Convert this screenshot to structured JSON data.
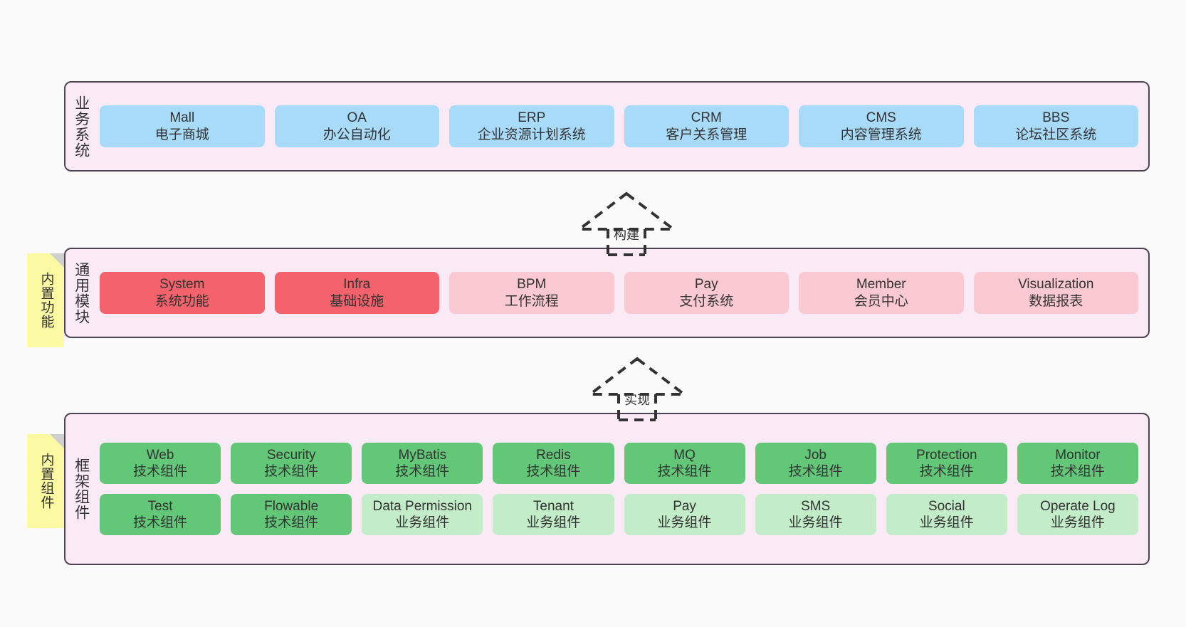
{
  "diagram": {
    "background": "#fafafa",
    "layer_fill": "#faeaf5",
    "layer_border": "#4d4352",
    "colors": {
      "blue": "#a8daf9",
      "red": "#f4626b",
      "pink": "#fbc9d2",
      "green": "#62c878",
      "light_green": "#c3ecc9",
      "sticky": "#fbf9a2",
      "sticky_fold": "#cfcfcf"
    }
  },
  "layers": [
    {
      "title": "业务系统",
      "rows": [
        {
          "cards": [
            {
              "name": "Mall",
              "sub": "电子商城",
              "color": "blue"
            },
            {
              "name": "OA",
              "sub": "办公自动化",
              "color": "blue"
            },
            {
              "name": "ERP",
              "sub": "企业资源计划系统",
              "color": "blue"
            },
            {
              "name": "CRM",
              "sub": "客户关系管理",
              "color": "blue"
            },
            {
              "name": "CMS",
              "sub": "内容管理系统",
              "color": "blue"
            },
            {
              "name": "BBS",
              "sub": "论坛社区系统",
              "color": "blue"
            }
          ]
        }
      ]
    },
    {
      "title": "通用模块",
      "sticky": "内置功能",
      "rows": [
        {
          "cards": [
            {
              "name": "System",
              "sub": "系统功能",
              "color": "red"
            },
            {
              "name": "Infra",
              "sub": "基础设施",
              "color": "red"
            },
            {
              "name": "BPM",
              "sub": "工作流程",
              "color": "pink"
            },
            {
              "name": "Pay",
              "sub": "支付系统",
              "color": "pink"
            },
            {
              "name": "Member",
              "sub": "会员中心",
              "color": "pink"
            },
            {
              "name": "Visualization",
              "sub": "数据报表",
              "color": "pink"
            }
          ]
        }
      ]
    },
    {
      "title": "框架组件",
      "sticky": "内置组件",
      "rows": [
        {
          "cards": [
            {
              "name": "Web",
              "sub": "技术组件",
              "color": "green"
            },
            {
              "name": "Security",
              "sub": "技术组件",
              "color": "green"
            },
            {
              "name": "MyBatis",
              "sub": "技术组件",
              "color": "green"
            },
            {
              "name": "Redis",
              "sub": "技术组件",
              "color": "green"
            },
            {
              "name": "MQ",
              "sub": "技术组件",
              "color": "green"
            },
            {
              "name": "Job",
              "sub": "技术组件",
              "color": "green"
            },
            {
              "name": "Protection",
              "sub": "技术组件",
              "color": "green"
            },
            {
              "name": "Monitor",
              "sub": "技术组件",
              "color": "green"
            }
          ]
        },
        {
          "cards": [
            {
              "name": "Test",
              "sub": "技术组件",
              "color": "green"
            },
            {
              "name": "Flowable",
              "sub": "技术组件",
              "color": "green"
            },
            {
              "name": "Data Permission",
              "sub": "业务组件",
              "color": "light_green"
            },
            {
              "name": "Tenant",
              "sub": "业务组件",
              "color": "light_green"
            },
            {
              "name": "Pay",
              "sub": "业务组件",
              "color": "light_green"
            },
            {
              "name": "SMS",
              "sub": "业务组件",
              "color": "light_green"
            },
            {
              "name": "Social",
              "sub": "业务组件",
              "color": "light_green"
            },
            {
              "name": "Operate Log",
              "sub": "业务组件",
              "color": "light_green"
            }
          ]
        }
      ]
    }
  ],
  "connectors": [
    {
      "label": "构建"
    },
    {
      "label": "实现"
    }
  ]
}
